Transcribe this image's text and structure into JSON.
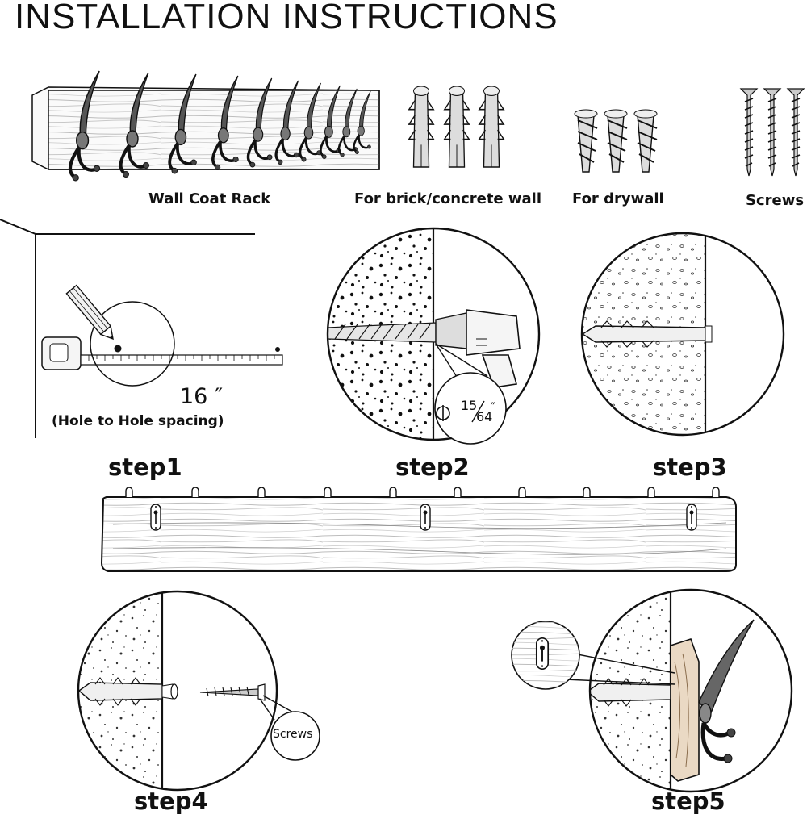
{
  "title": "INSTALLATION INSTRUCTIONS",
  "parts": {
    "coat_rack_label": "Wall Coat Rack",
    "anchor_brick_label": "For brick/concrete wall",
    "anchor_drywall_label": "For drywall",
    "screws_label": "Screws"
  },
  "measure": {
    "distance": "16 ″",
    "spacing_label": "(Hole to Hole spacing)"
  },
  "drill": {
    "bit_numerator": "15",
    "bit_denominator": "64",
    "bit_unit": "″"
  },
  "steps": {
    "step1": "step1",
    "step2": "step2",
    "step3": "step3",
    "step4": "step4",
    "step5": "step5"
  },
  "step4": {
    "screws_callout": "Screws"
  }
}
